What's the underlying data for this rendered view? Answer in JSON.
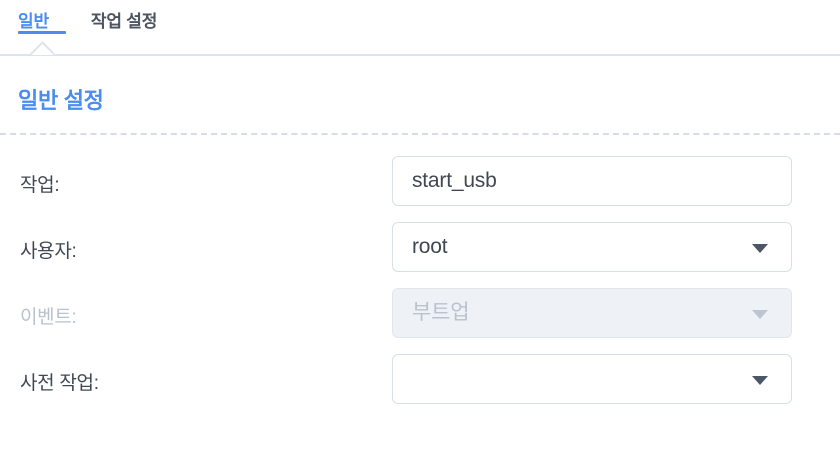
{
  "tabs": [
    {
      "label": "일반",
      "active": true
    },
    {
      "label": "작업 설정",
      "active": false
    }
  ],
  "section": {
    "title": "일반 설정"
  },
  "form": {
    "rows": [
      {
        "label": "작업:",
        "control": "text-input",
        "value": "start_usb",
        "placeholder": "",
        "disabled": false,
        "caret": false
      },
      {
        "label": "사용자:",
        "control": "dropdown",
        "value": "root",
        "placeholder": "",
        "disabled": false,
        "caret": true
      },
      {
        "label": "이벤트:",
        "control": "dropdown",
        "value": "부트업",
        "placeholder": "",
        "disabled": true,
        "caret": true
      },
      {
        "label": "사전 작업:",
        "control": "dropdown",
        "value": "",
        "placeholder": "",
        "disabled": false,
        "caret": true
      }
    ]
  },
  "colors": {
    "accent": "#4a8cf0",
    "text": "#3f4854",
    "text_disabled": "#b9c2cd",
    "border": "#d6dfea",
    "rule": "#dde3ec",
    "dashed_rule": "#d5dde8",
    "disabled_bg": "#eef2f7"
  }
}
